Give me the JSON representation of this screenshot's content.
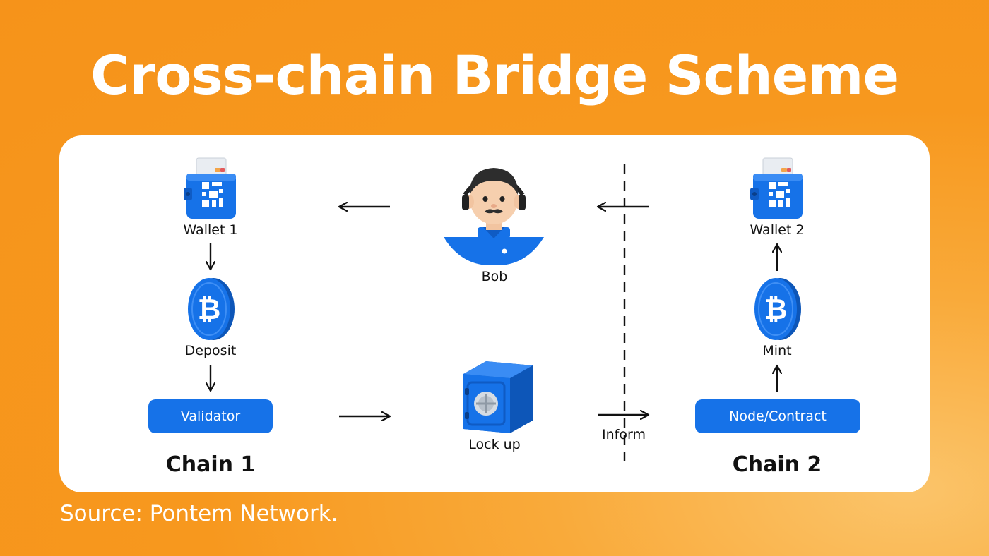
{
  "title": "Cross-chain Bridge Scheme",
  "source": "Source: Pontem Network.",
  "colors": {
    "background": "#f7981e",
    "card": "#ffffff",
    "accent_blue": "#1672e8",
    "title_text": "#ffffff"
  },
  "chain1": {
    "label": "Chain 1",
    "wallet_label": "Wallet 1",
    "deposit_label": "Deposit",
    "validator_label": "Validator"
  },
  "middle": {
    "bob_label": "Bob",
    "lockup_label": "Lock up",
    "inform_label": "Inform"
  },
  "chain2": {
    "label": "Chain 2",
    "wallet_label": "Wallet 2",
    "mint_label": "Mint",
    "node_label": "Node/Contract"
  },
  "icons": {
    "wallet": "wallet-icon",
    "coin": "bitcoin-coin-icon",
    "person": "bob-avatar-icon",
    "safe": "safe-icon"
  }
}
